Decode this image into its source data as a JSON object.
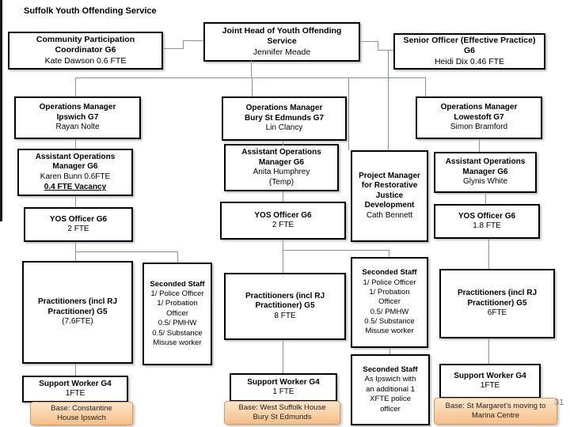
{
  "page": {
    "title": "Suffolk Youth Offending Service",
    "page_number": "31"
  },
  "colors": {
    "connector": "#7e96a6",
    "base_fill_top": "#fde5cb",
    "base_fill_bottom": "#f6c088",
    "base_border": "#d79a55",
    "box_border": "#000000"
  },
  "boxes": {
    "community": {
      "title": "Community Participation\nCoordinator G6",
      "name": "Kate Dawson 0.6 FTE"
    },
    "joint_head": {
      "title": "Joint Head of Youth Offending\nService",
      "name": "Jennifer Meade"
    },
    "senior_officer": {
      "title": "Senior Officer (Effective Practice) G6",
      "name": "Heidi Dix 0.46 FTE"
    },
    "ops_ipswich": {
      "title": "Operations Manager\nIpswich G7",
      "name": "Rayan Nolte"
    },
    "ops_bury": {
      "title": "Operations Manager\nBury St Edmunds G7",
      "name": "Lin Clancy"
    },
    "ops_lowestoft": {
      "title": "Operations Manager\nLowestoft G7",
      "name": "Simon Bramford"
    },
    "aom_ipswich": {
      "title": "Assistant Operations\nManager G6",
      "name": "Karen Bunn 0.6FTE",
      "vacancy": "0.4 FTE Vacancy"
    },
    "aom_bury": {
      "title": "Assistant Operations\nManager G6",
      "name": "Anita Humphrey\n(Temp)"
    },
    "project_manager": {
      "title": "Project Manager for Restorative Justice Development",
      "name": "Cath Bennett"
    },
    "aom_lowestoft": {
      "title": "Assistant Operations\nManager G6",
      "name": "Glynis White"
    },
    "yos_ipswich": {
      "title": "YOS Officer G6",
      "fte": "2 FTE"
    },
    "yos_bury": {
      "title": "YOS Officer G6",
      "fte": "2 FTE"
    },
    "yos_lowestoft": {
      "title": "YOS Officer G6",
      "fte": "1.8 FTE"
    },
    "practitioners_ipswich": {
      "title": "Practitioners (incl RJ\nPractitioner) G5",
      "fte": "(7.6FTE)"
    },
    "seconded_ipswich": {
      "title": "Seconded Staff",
      "items": "1/ Police Officer\n1/ Probation Officer\n0.5/ PMHW\n0.5/ Substance Misuse worker"
    },
    "practitioners_bury": {
      "title": "Practitioners (incl RJ\nPractitioner) G5",
      "fte": "8 FTE"
    },
    "seconded_bury": {
      "title": "Seconded Staff",
      "items": "1/ Police Officer\n1/ Probation\nOfficer\n0.5/ PMHW\n0.5/ Substance\nMisuse worker"
    },
    "practitioners_lowestoft": {
      "title": "Practitioners (incl RJ\nPractitioner) G5",
      "fte": "6FTE"
    },
    "support_ipswich": {
      "title": "Support Worker G4",
      "fte": "1FTE"
    },
    "base_ipswich": {
      "label": "Base: Constantine\nHouse  Ipswich"
    },
    "support_bury": {
      "title": "Support Worker G4",
      "fte": "1 FTE"
    },
    "base_bury": {
      "label": "Base: West Suffolk House\nBury St Edmunds"
    },
    "seconded_lowestoft": {
      "title": "Seconded Staff",
      "items": "As Ipswich with\nan additional 1\nXFTE police\nofficer"
    },
    "support_lowestoft": {
      "title": "Support Worker G4",
      "fte": "1FTE"
    },
    "base_lowestoft": {
      "label": "Base: St Margaret's moving to\nMarina Centre"
    }
  }
}
